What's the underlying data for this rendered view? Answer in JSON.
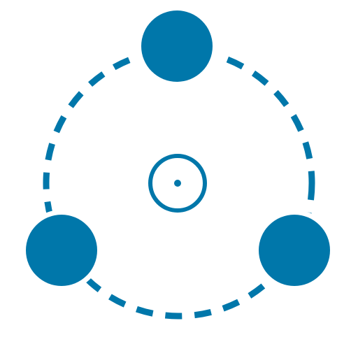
{
  "icon": {
    "name": "orbit-network-icon",
    "nodes": [
      "node-top",
      "node-bottom-left",
      "node-bottom-right"
    ]
  },
  "colors": {
    "primary": "#0077AA",
    "background": "#FFFFFF"
  }
}
